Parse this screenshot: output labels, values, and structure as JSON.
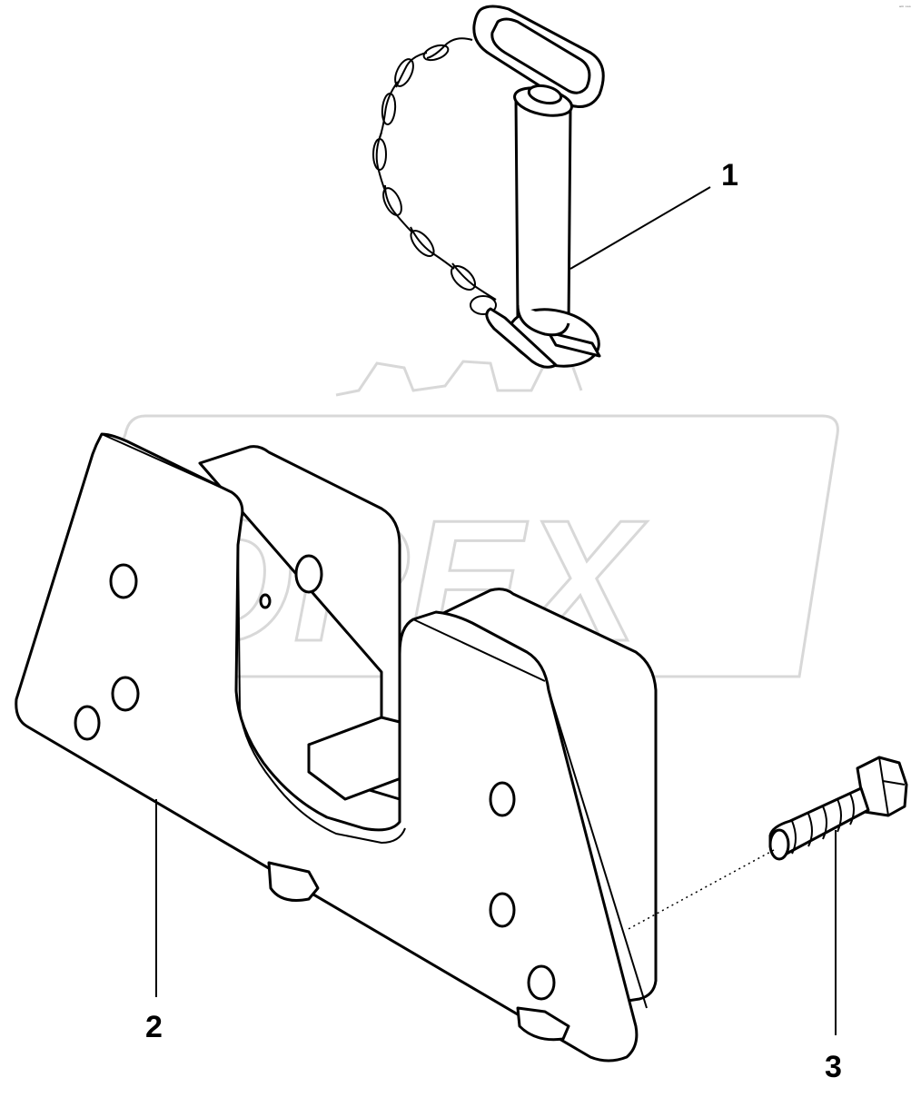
{
  "corner_mark": "ᵃᵐ ᵒᵒᵒ",
  "watermark": {
    "text": "OPEX"
  },
  "callouts": [
    {
      "number": "1",
      "part": "linch pin with chain"
    },
    {
      "number": "2",
      "part": "drawbar hitch bracket"
    },
    {
      "number": "3",
      "part": "hex bolt"
    }
  ]
}
